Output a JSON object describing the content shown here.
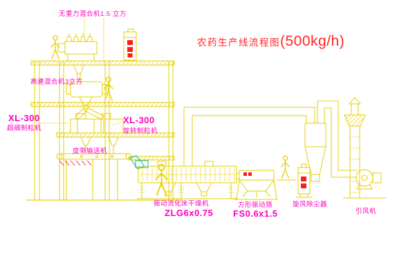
{
  "title": {
    "text": "农药生产线流程图",
    "capacity": "(500kg/h)"
  },
  "labels": {
    "gravity_mixer": "无重力混合机1.5 立方",
    "high_speed_mixer": "高速混合机3立方",
    "granulator_left_model": "XL-300",
    "granulator_left_name": "超细制粒机",
    "granulator_mid_model": "XL-300",
    "granulator_mid_name": "旋转制粒机",
    "belt_conveyor": "皮带输送机",
    "dryer_name": "振动流化床干燥机",
    "dryer_model": "ZLG6x0.75",
    "screen_name": "方形振动筛",
    "screen_model": "FS0.6x1.5",
    "cyclone": "旋风除尘器",
    "fan": "引风机"
  },
  "colors": {
    "line_yellow": "#e6cf00",
    "label_magenta": "#ff00bf",
    "title_red": "#ff2626",
    "accent_red": "#ff1a1a",
    "cyan": "#00b8b8",
    "background": "#ffffff"
  }
}
